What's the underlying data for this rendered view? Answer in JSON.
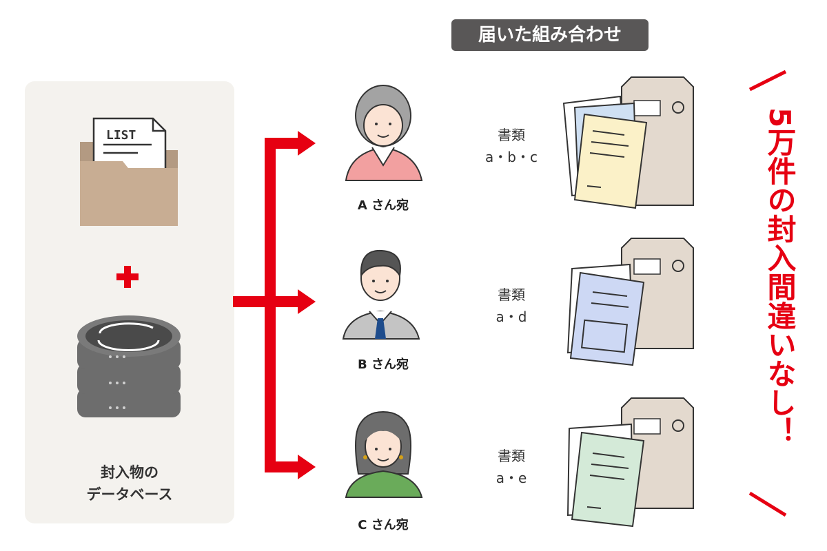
{
  "header": {
    "title": "届いた組み合わせ"
  },
  "database": {
    "list_tag": "LIST",
    "label_line1": "封入物の",
    "label_line2": "データベース"
  },
  "rows": [
    {
      "person": "A さん宛",
      "doc_title": "書類",
      "doc_items": "a・b・c"
    },
    {
      "person": "B さん宛",
      "doc_title": "書類",
      "doc_items": "a・d"
    },
    {
      "person": "C さん宛",
      "doc_title": "書類",
      "doc_items": "a・e"
    }
  ],
  "slogan": "5万件の封入間違いなし！",
  "colors": {
    "accent_red": "#e60012",
    "panel_bg": "#f4f2ee",
    "header_bg": "#595757",
    "folder": "#c8ad93",
    "envelope": "#e3d9ce",
    "database": "#6d6d6d"
  }
}
